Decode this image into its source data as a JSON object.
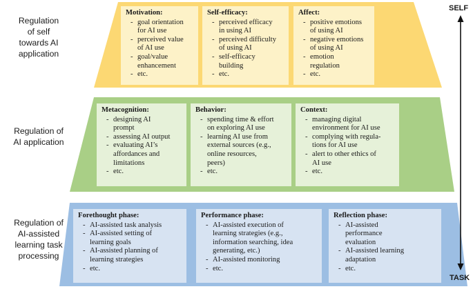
{
  "axis": {
    "top_label": "SELF",
    "bottom_label": "TASK"
  },
  "colors": {
    "yellow_fill": "#fcd873",
    "green_fill": "#a9cf86",
    "blue_fill": "#9cbee3"
  },
  "levels": [
    {
      "label": [
        "Regulation",
        "of self",
        "towards AI",
        "application"
      ],
      "boxes": [
        {
          "title": "Motivation:",
          "items": [
            [
              "goal orientation",
              "for AI use"
            ],
            [
              "perceived value",
              "of AI use"
            ],
            [
              "goal/value",
              "enhancement"
            ],
            [
              "etc."
            ]
          ]
        },
        {
          "title": "Self-efficacy:",
          "items": [
            [
              "perceived efficacy",
              "in using AI"
            ],
            [
              "perceived difficulty",
              "of using AI"
            ],
            [
              "self-efficacy",
              "building"
            ],
            [
              "etc."
            ]
          ]
        },
        {
          "title": "Affect:",
          "items": [
            [
              "positive emotions",
              "of using AI"
            ],
            [
              "negative emotions",
              "of using AI"
            ],
            [
              "emotion",
              "regulation"
            ],
            [
              "etc."
            ]
          ]
        }
      ]
    },
    {
      "label": [
        "Regulation of",
        "AI application"
      ],
      "boxes": [
        {
          "title": "Metacognition:",
          "items": [
            [
              "designing AI",
              "prompt"
            ],
            [
              "assessing AI output"
            ],
            [
              "evaluating AI’s",
              "affordances and",
              "limitations"
            ],
            [
              "etc."
            ]
          ]
        },
        {
          "title": "Behavior:",
          "items": [
            [
              "spending time & effort",
              "on exploring AI use"
            ],
            [
              "learning AI use from",
              "external sources (e.g.,",
              "online resources,",
              "peers)"
            ],
            [
              "etc."
            ]
          ]
        },
        {
          "title": "Context:",
          "items": [
            [
              "managing digital",
              "environment for AI use"
            ],
            [
              "complying with regula-",
              "tions for AI use"
            ],
            [
              "alert to other ethics of",
              "AI use"
            ],
            [
              "etc."
            ]
          ]
        }
      ]
    },
    {
      "label": [
        "Regulation of",
        "AI-assisted",
        "learning task",
        "processing"
      ],
      "boxes": [
        {
          "title": "Forethought phase:",
          "items": [
            [
              "AI-assisted task analysis"
            ],
            [
              "AI-assisted setting of",
              "learning goals"
            ],
            [
              "AI-assisted planning of",
              "learning strategies"
            ],
            [
              "etc."
            ]
          ]
        },
        {
          "title": "Performance phase:",
          "items": [
            [
              "AI-assisted execution of",
              "learning strategies (e.g.,",
              "information searching, idea",
              "generating, etc.)"
            ],
            [
              "AI-assisted monitoring"
            ],
            [
              "etc."
            ]
          ]
        },
        {
          "title": "Reflection phase:",
          "items": [
            [
              "AI-assisted",
              "performance",
              "evaluation"
            ],
            [
              "AI-assisted learning",
              "adaptation"
            ],
            [
              "etc."
            ]
          ]
        }
      ]
    }
  ]
}
